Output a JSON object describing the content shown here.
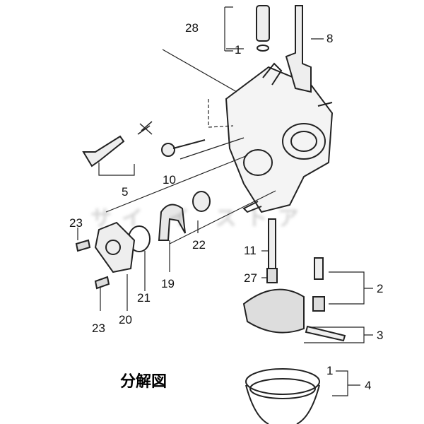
{
  "title": "分解図",
  "watermark": "サイ イ ストア",
  "callouts": [
    {
      "id": "c28",
      "text": "28"
    },
    {
      "id": "c1a",
      "text": "1"
    },
    {
      "id": "c8",
      "text": "8"
    },
    {
      "id": "c5",
      "text": "5"
    },
    {
      "id": "c10",
      "text": "10"
    },
    {
      "id": "c23a",
      "text": "23"
    },
    {
      "id": "c22",
      "text": "22"
    },
    {
      "id": "c11",
      "text": "11"
    },
    {
      "id": "c27",
      "text": "27"
    },
    {
      "id": "c2",
      "text": "2"
    },
    {
      "id": "c3",
      "text": "3"
    },
    {
      "id": "c19",
      "text": "19"
    },
    {
      "id": "c21",
      "text": "21"
    },
    {
      "id": "c20",
      "text": "20"
    },
    {
      "id": "c23b",
      "text": "23"
    },
    {
      "id": "c1b",
      "text": "1"
    },
    {
      "id": "c4",
      "text": "4"
    }
  ]
}
